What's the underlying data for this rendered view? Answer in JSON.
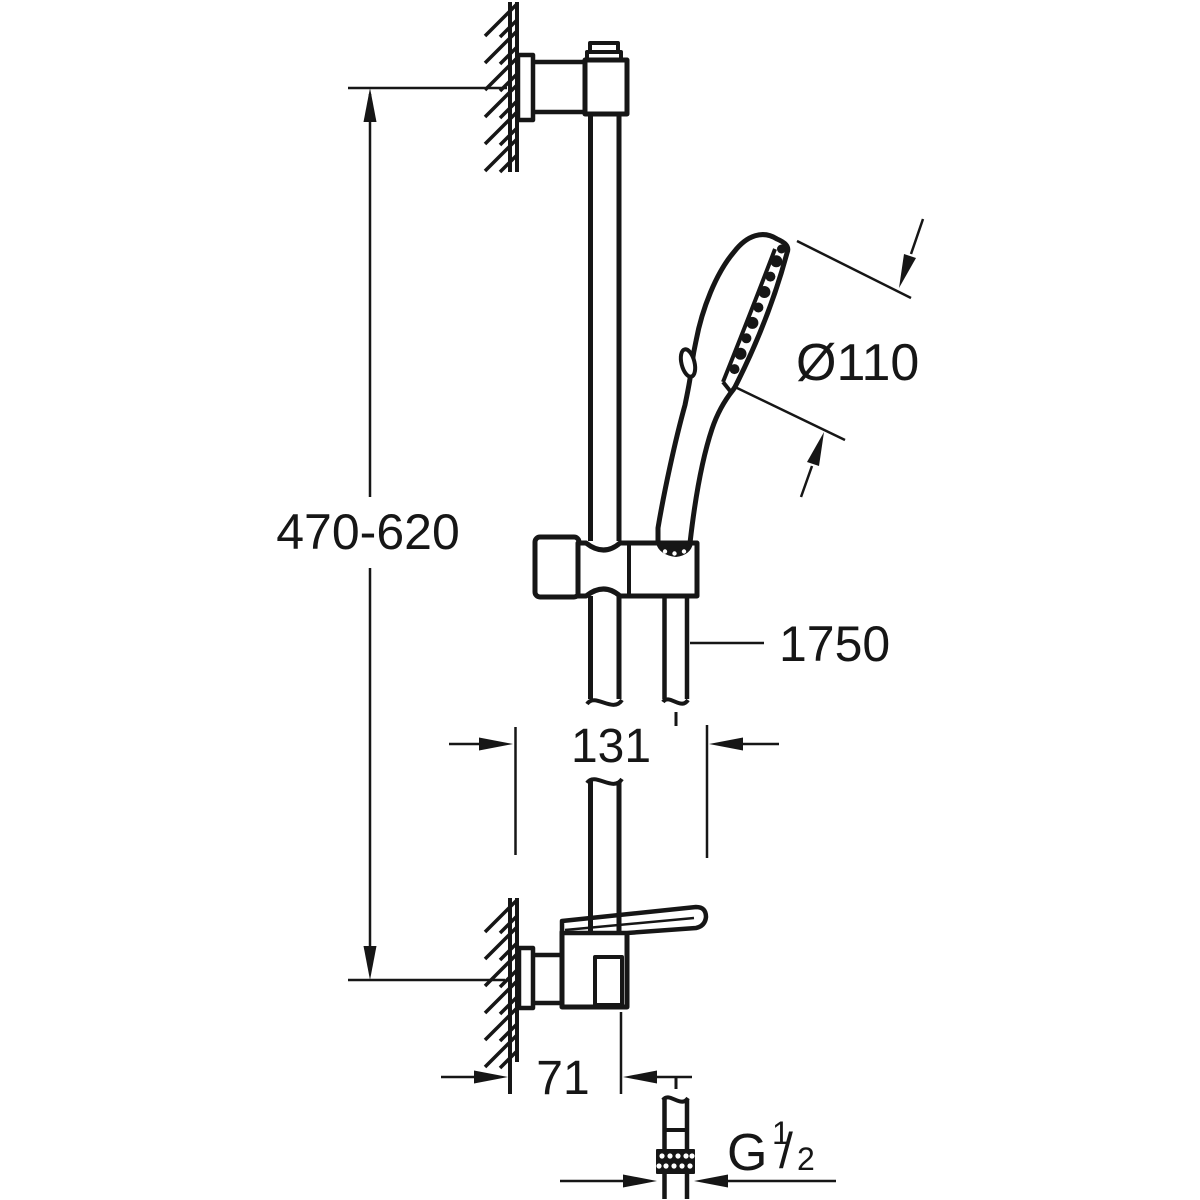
{
  "drawing": {
    "type": "technical-dimension-drawing",
    "subject": "shower rail set with hand shower, wall brackets and shower hose",
    "background": "#ffffff",
    "line_color": "#161616",
    "dimensions": {
      "rail_length": "470-620",
      "head_diameter": "Ø110",
      "hose_length": "1750",
      "holder_offset": "131",
      "bracket_depth": "71"
    },
    "thread": {
      "letter": "G",
      "numerator": "1",
      "slash": "/",
      "denominator": "2"
    }
  }
}
